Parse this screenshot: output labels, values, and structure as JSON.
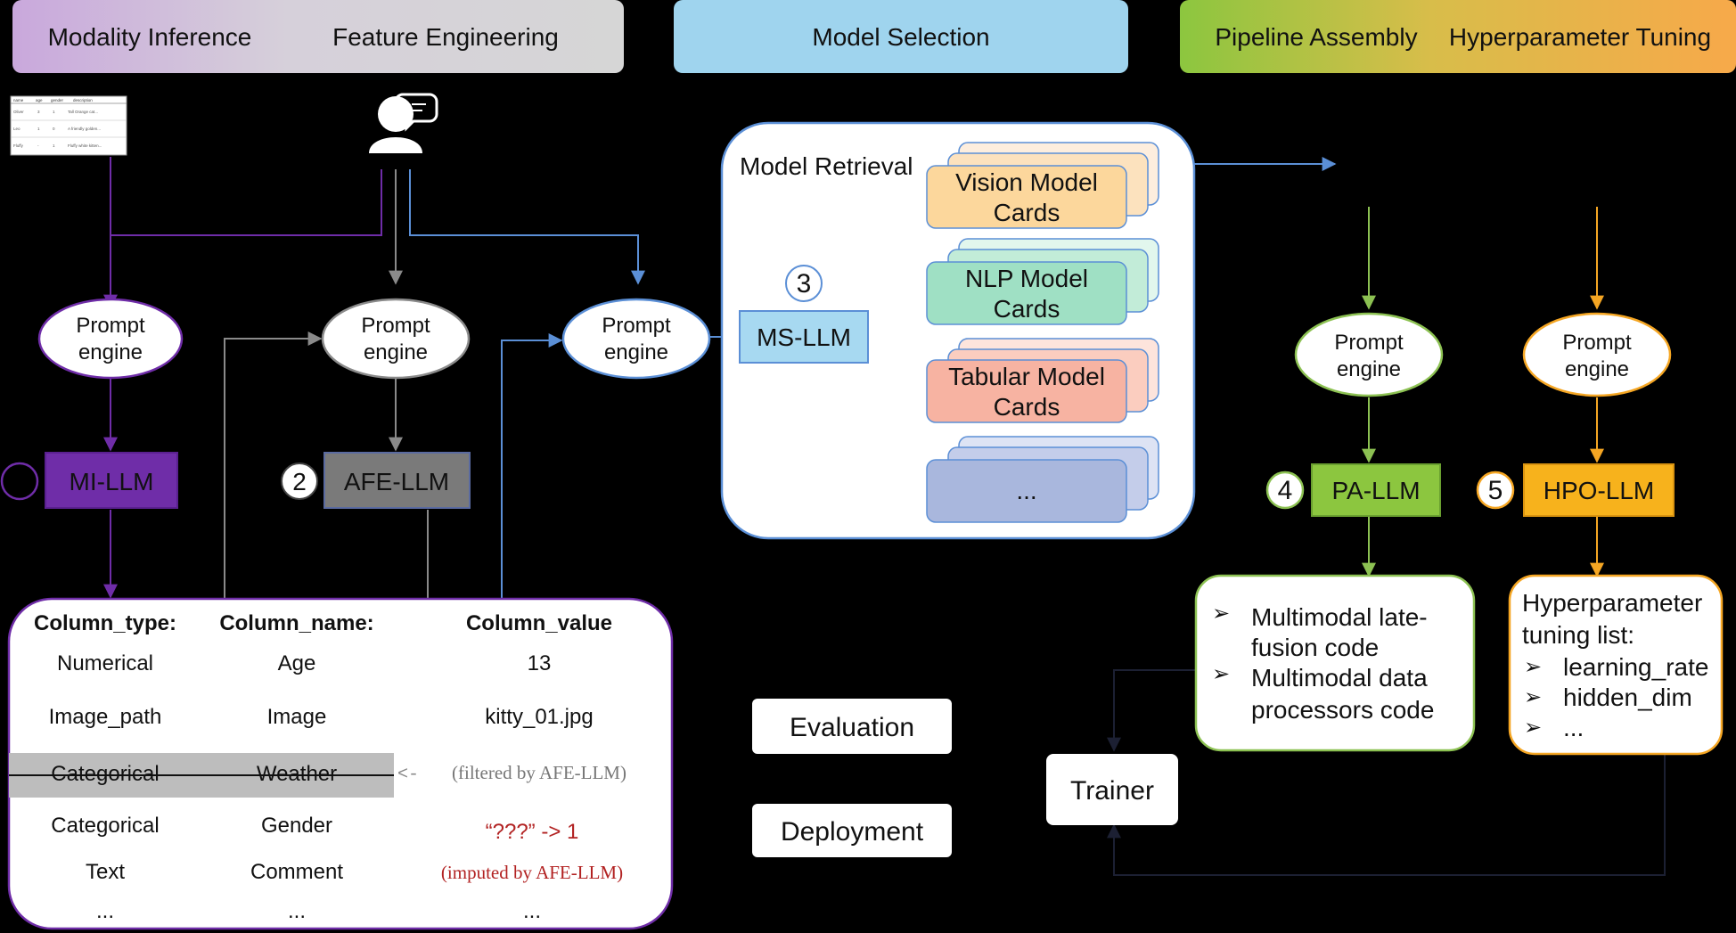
{
  "stages": {
    "modality_inference": "Modality Inference",
    "feature_engineering": "Feature Engineering",
    "model_selection": "Model Selection",
    "pipeline_assembly": "Pipeline Assembly",
    "hyperparameter_tuning": "Hyperparameter Tuning"
  },
  "prompt_engine": {
    "line1": "Prompt",
    "line2": "engine"
  },
  "llms": {
    "mi": "MI-LLM",
    "afe": "AFE-LLM",
    "ms": "MS-LLM",
    "pa": "PA-LLM",
    "hpo": "HPO-LLM"
  },
  "step_numbers": {
    "afe": "2",
    "ms": "3",
    "pa": "4",
    "hpo": "5"
  },
  "model_retrieval": {
    "title": "Model Retrieval",
    "cards": [
      {
        "line1": "Vision Model",
        "line2": "Cards"
      },
      {
        "line1": "NLP Model",
        "line2": "Cards"
      },
      {
        "line1": "Tabular Model",
        "line2": "Cards"
      },
      {
        "line1": "...",
        "line2": ""
      }
    ]
  },
  "table": {
    "headers": [
      "Column_type:",
      "Column_name:",
      "Column_value"
    ],
    "rows": [
      [
        "Numerical",
        "Age",
        "13"
      ],
      [
        "Image_path",
        "Image",
        "kitty_01.jpg"
      ],
      [
        "Categorical",
        "Weather",
        "(filtered by AFE-LLM)"
      ],
      [
        "Categorical",
        "Gender",
        "“???” -> 1"
      ],
      [
        "Text",
        "Comment",
        "(imputed by AFE-LLM)"
      ],
      [
        "...",
        "...",
        "..."
      ]
    ],
    "filtered_arrow": "<-"
  },
  "pa_output": {
    "bullets": [
      {
        "line1": "Multimodal late-",
        "line2": "fusion code"
      },
      {
        "line1": "Multimodal data",
        "line2": "processors code"
      }
    ]
  },
  "hpo_output": {
    "title_line1": "Hyperparameter",
    "title_line2": "tuning list:",
    "items": [
      "learning_rate",
      "hidden_dim",
      "..."
    ]
  },
  "buttons": {
    "evaluation": "Evaluation",
    "deployment": "Deployment",
    "trainer": "Trainer"
  },
  "mini_table": {
    "headers": [
      "name",
      "age",
      "gender",
      "description"
    ],
    "rows": [
      [
        "Oliver",
        "3",
        "1",
        "Tall Orange cat..."
      ],
      [
        "Leo",
        "1",
        "0",
        "A friendly golden..."
      ],
      [
        "Fluffy",
        "-",
        "1",
        "Fluffy white kitten..."
      ]
    ]
  },
  "colors": {
    "purple": "#6f2da8",
    "gray": "#707070",
    "blue": "#5b8fd6",
    "green": "#8cc152",
    "orange": "#f5a623",
    "red_text": "#b22222",
    "vision": "#fcd79c",
    "nlp": "#9fe0c4",
    "tabular": "#f7b3a2",
    "more": "#a9b7dd"
  }
}
